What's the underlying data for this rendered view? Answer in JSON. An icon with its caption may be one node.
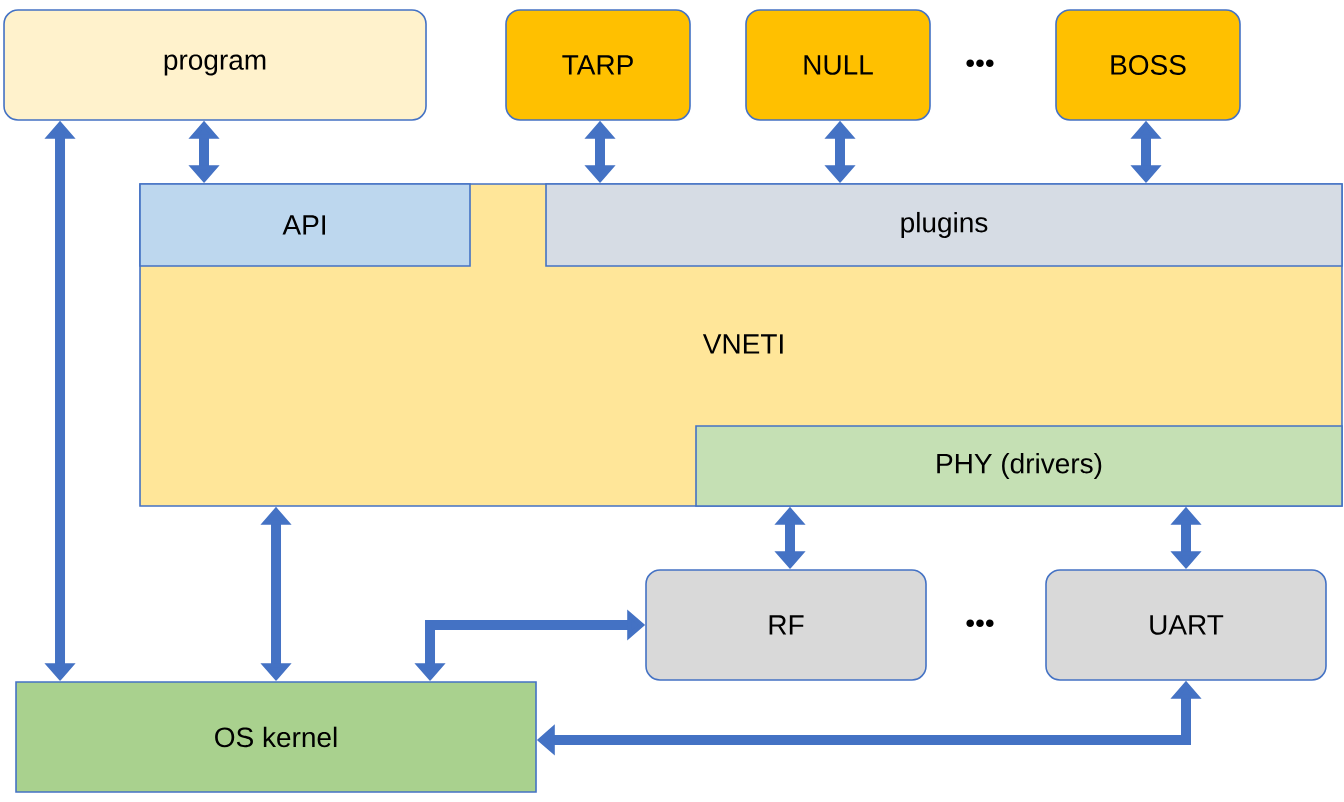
{
  "diagram": {
    "nodes": [
      {
        "text": [
          "program"
        ]
      },
      {
        "text": [
          "TARP"
        ]
      },
      {
        "text": [
          "NULL"
        ]
      },
      {
        "text": [
          "BOSS"
        ]
      },
      {
        "text": [
          "VNETI"
        ]
      },
      {
        "text": [
          "API"
        ],
        "in": 4
      },
      {
        "text": [
          "plugins"
        ],
        "in": 4
      },
      {
        "text": [
          "PHY (drivers)"
        ],
        "in": 4
      },
      {
        "text": [
          "RF"
        ]
      },
      {
        "text": [
          "UART"
        ]
      },
      {
        "text": [
          "OS kernel"
        ]
      }
    ],
    "edges": [
      {
        "from": 0,
        "to": 10,
        "arrow": "both"
      },
      {
        "from": 0,
        "to": 5,
        "arrow": "both"
      },
      {
        "from": 1,
        "to": 6,
        "arrow": "both"
      },
      {
        "from": 2,
        "to": 6,
        "arrow": "both"
      },
      {
        "from": 3,
        "to": 6,
        "arrow": "both"
      },
      {
        "from": 4,
        "to": 10,
        "arrow": "both"
      },
      {
        "from": 7,
        "to": 8,
        "arrow": "both"
      },
      {
        "from": 7,
        "to": 9,
        "arrow": "both"
      },
      {
        "from": 10,
        "to": 8,
        "arrow": "both"
      },
      {
        "from": 10,
        "to": 9,
        "arrow": "both"
      }
    ],
    "labels": [
      "•••",
      "•••"
    ]
  }
}
